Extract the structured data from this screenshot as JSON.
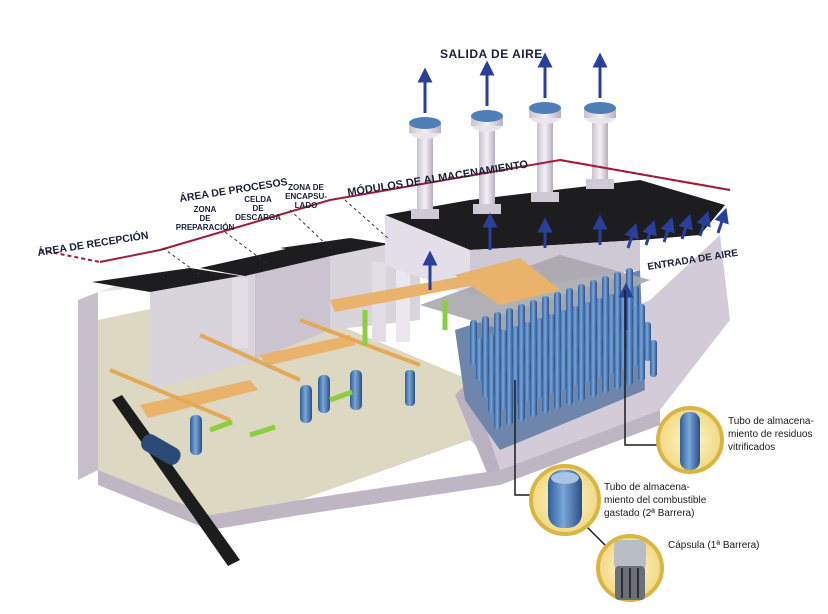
{
  "labels": {
    "salida_aire": "SALIDA DE AIRE",
    "entrada_aire": "ENTRADA DE AIRE",
    "area_recepcion": "ÁREA DE RECEPCIÓN",
    "area_procesos": "ÁREA DE PROCESOS",
    "modulos": "MÓDULOS DE ALMACENAMIENTO",
    "zona_preparacion": [
      "ZONA",
      "DE",
      "PREPARACIÓN"
    ],
    "celda_descarga": [
      "CELDA",
      "DE",
      "DESCARGA"
    ],
    "zona_encapsulado": [
      "ZONA DE",
      "ENCAPSU-",
      "LADO"
    ]
  },
  "callouts": {
    "tubo_vitrificados": [
      "Tubo de almacena-",
      "miento de residuos",
      "vitrificados"
    ],
    "tubo_combustible": [
      "Tubo de almacena-",
      "miento del combustible",
      "gastado (2ª Barrera)"
    ],
    "capsula": "Cápsula (1ª Barrera)"
  },
  "colors": {
    "wall": "#d9d3dc",
    "wall_shadow": "#bfb6c4",
    "floor": "#ddd8c2",
    "roof": "#1d1d1f",
    "crane": "#e9b36b",
    "tube": "#4d7fb9",
    "arrow": "#2a3f9a",
    "green": "#8bcf3f",
    "boundary": "#a01d3a",
    "callout_ring": "#d9b544"
  },
  "icons": {
    "arrow_up": "up-arrow-icon",
    "arrow_green": "green-flow-arrow-icon"
  }
}
